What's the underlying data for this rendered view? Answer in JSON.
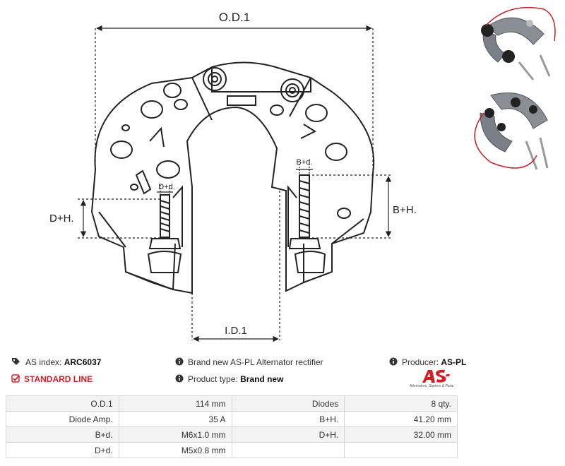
{
  "drawing": {
    "labels": {
      "od": "O.D.1",
      "id": "I.D.1",
      "dh": "D+H.",
      "bh": "B+H.",
      "dd": "D+d.",
      "bd": "B+d."
    }
  },
  "info": {
    "as_index_label": "AS index:",
    "as_index_value": "ARC6037",
    "standard_line": "STANDARD LINE",
    "description": "Brand new AS-PL Alternator rectifier",
    "product_type_label": "Product type:",
    "product_type_value": "Brand new",
    "producer_label": "Producer:",
    "producer_value": "AS-PL"
  },
  "logo": {
    "tagline": "Alternators, Starters & Parts",
    "brand_color": "#d32027"
  },
  "specs": {
    "rows": [
      {
        "l1": "O.D.1",
        "v1": "114 mm",
        "l2": "Diodes",
        "v2": "8 qty."
      },
      {
        "l1": "Diode Amp.",
        "v1": "35 A",
        "l2": "B+H.",
        "v2": "41.20 mm"
      },
      {
        "l1": "B+d.",
        "v1": "M6x1.0 mm",
        "l2": "D+H.",
        "v2": "32.00 mm"
      },
      {
        "l1": "D+d.",
        "v1": "M5x0.8 mm",
        "l2": "",
        "v2": ""
      }
    ]
  }
}
